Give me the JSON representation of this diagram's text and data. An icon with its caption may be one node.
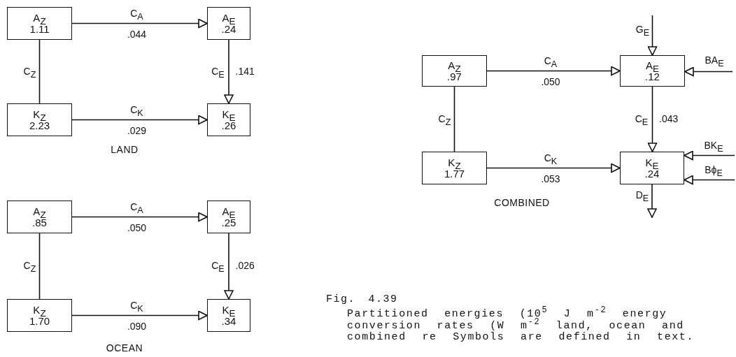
{
  "diagram": {
    "title": "Fig. 4.39",
    "caption": "Partitioned energies (10$^{5}$ J m$^{-2}$ energy conversion rates (W m$^{-2}$ land, ocean and combined re Symbols are defined in text.",
    "nodes": [
      {
        "text": [
          "A$_{Z}$",
          "1.11"
        ]
      },
      {
        "text": [
          "A$_{E}$",
          ".24"
        ]
      },
      {
        "text": [
          "K$_{Z}$",
          "2.23"
        ]
      },
      {
        "text": [
          "K$_{E}$",
          ".26"
        ]
      },
      {
        "text": [
          "A$_{Z}$",
          ".85"
        ]
      },
      {
        "text": [
          "A$_{E}$",
          ".25"
        ]
      },
      {
        "text": [
          "K$_{Z}$",
          "1.70"
        ]
      },
      {
        "text": [
          "K$_{E}$",
          ".34"
        ]
      },
      {
        "text": [
          "A$_{Z}$",
          ".97"
        ]
      },
      {
        "text": [
          "A$_{E}$",
          ".12"
        ]
      },
      {
        "text": [
          "K$_{Z}$",
          "1.77"
        ]
      },
      {
        "text": [
          "K$_{E}$",
          ".24"
        ]
      }
    ],
    "edges": [
      {
        "from": 0,
        "to": 1,
        "arrow": "to",
        "label": "C$_{A}$ .044"
      },
      {
        "from": 0,
        "to": 2,
        "arrow": "none",
        "label": "C$_{Z}$"
      },
      {
        "from": 1,
        "to": 3,
        "arrow": "to",
        "label": "C$_{E}$ .141"
      },
      {
        "from": 2,
        "to": 3,
        "arrow": "to",
        "label": "C$_{K}$ .029"
      },
      {
        "from": 4,
        "to": 5,
        "arrow": "to",
        "label": "C$_{A}$ .050"
      },
      {
        "from": 4,
        "to": 6,
        "arrow": "none",
        "label": "C$_{Z}$"
      },
      {
        "from": 5,
        "to": 7,
        "arrow": "to",
        "label": "C$_{E}$ .026"
      },
      {
        "from": 6,
        "to": 7,
        "arrow": "to",
        "label": "C$_{K}$ .090"
      },
      {
        "from": 8,
        "to": 9,
        "arrow": "to",
        "label": "C$_{A}$ .050"
      },
      {
        "from": 8,
        "to": 10,
        "arrow": "none",
        "label": "C$_{Z}$"
      },
      {
        "from": 9,
        "to": 11,
        "arrow": "to",
        "label": "C$_{E}$ .043"
      },
      {
        "from": 10,
        "to": 11,
        "arrow": "to",
        "label": "C$_{K}$ .053"
      },
      {
        "from": null,
        "to": 9,
        "arrow": "to",
        "label": "G$_{E}$"
      },
      {
        "from": null,
        "to": 9,
        "arrow": "to",
        "label": "BA$_{E}$"
      },
      {
        "from": null,
        "to": 11,
        "arrow": "to",
        "label": "BK$_{E}$"
      },
      {
        "from": null,
        "to": 11,
        "arrow": "to",
        "label": "Bϕ$_{E}$"
      },
      {
        "from": 11,
        "to": null,
        "arrow": "to",
        "label": "D$_{E}$"
      }
    ],
    "labels": [
      "LAND",
      "OCEAN",
      "COMBINED"
    ]
  }
}
